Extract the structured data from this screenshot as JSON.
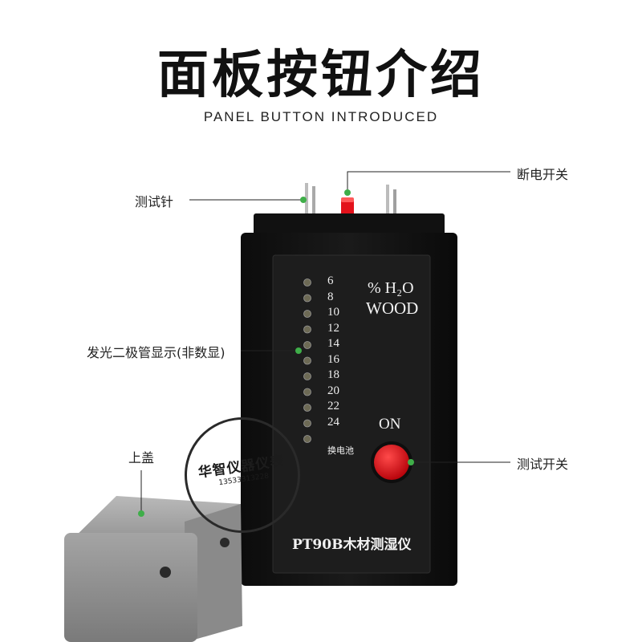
{
  "header": {
    "title": "面板按钮介绍",
    "subtitle": "PANEL BUTTON INTRODUCED"
  },
  "callouts": {
    "test_pins": "测试针",
    "power_switch": "断电开关",
    "led_display": "发光二极管显示(非数显)",
    "top_cover": "上盖",
    "test_switch": "测试开关"
  },
  "device": {
    "unit_line1": "% H₂O",
    "unit_line2": "WOOD",
    "led_scale": [
      "6",
      "8",
      "10",
      "12",
      "14",
      "16",
      "18",
      "20",
      "22",
      "24"
    ],
    "battery_label": "换电池",
    "on_label": "ON",
    "model_label": "PT90B木材测湿仪"
  },
  "watermark": {
    "name": "华智仪器仪表",
    "phone": "13533313228"
  },
  "colors": {
    "callout_dot": "#3fae49",
    "body": "#141414",
    "panel": "#1d1d1d",
    "button_red": "#e3121b",
    "cap_gray": "#9c9c9c"
  }
}
